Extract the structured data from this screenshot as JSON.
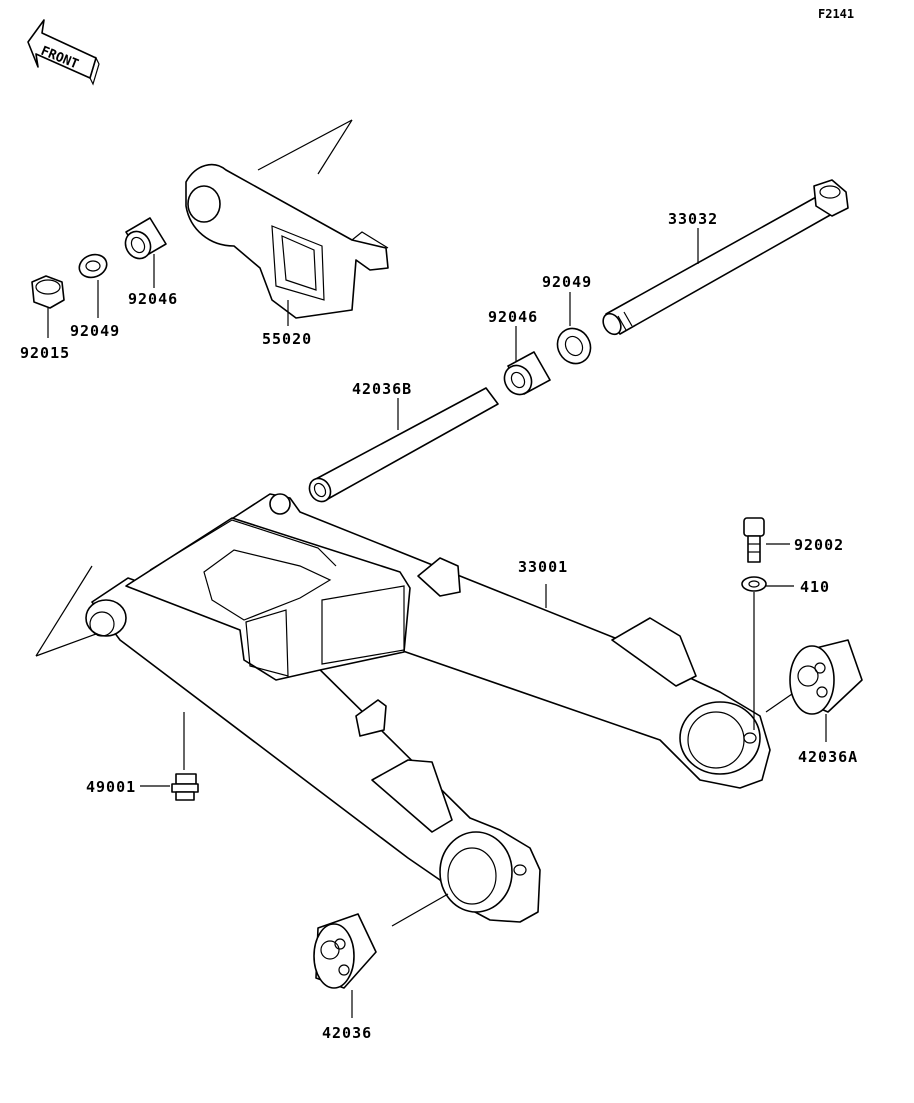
{
  "figure_code": "F2141",
  "front_label": "FRONT",
  "labels": {
    "p33032": "33032",
    "p92049_right": "92049",
    "p92046_right": "92046",
    "p42036B": "42036B",
    "p92046_left": "92046",
    "p92049_left": "92049",
    "p92015": "92015",
    "p55020": "55020",
    "p33001": "33001",
    "p92002": "92002",
    "p410": "410",
    "p42036A": "42036A",
    "p49001": "49001",
    "p42036": "42036"
  },
  "icons": {
    "front_arrow": "front-arrow-icon"
  }
}
